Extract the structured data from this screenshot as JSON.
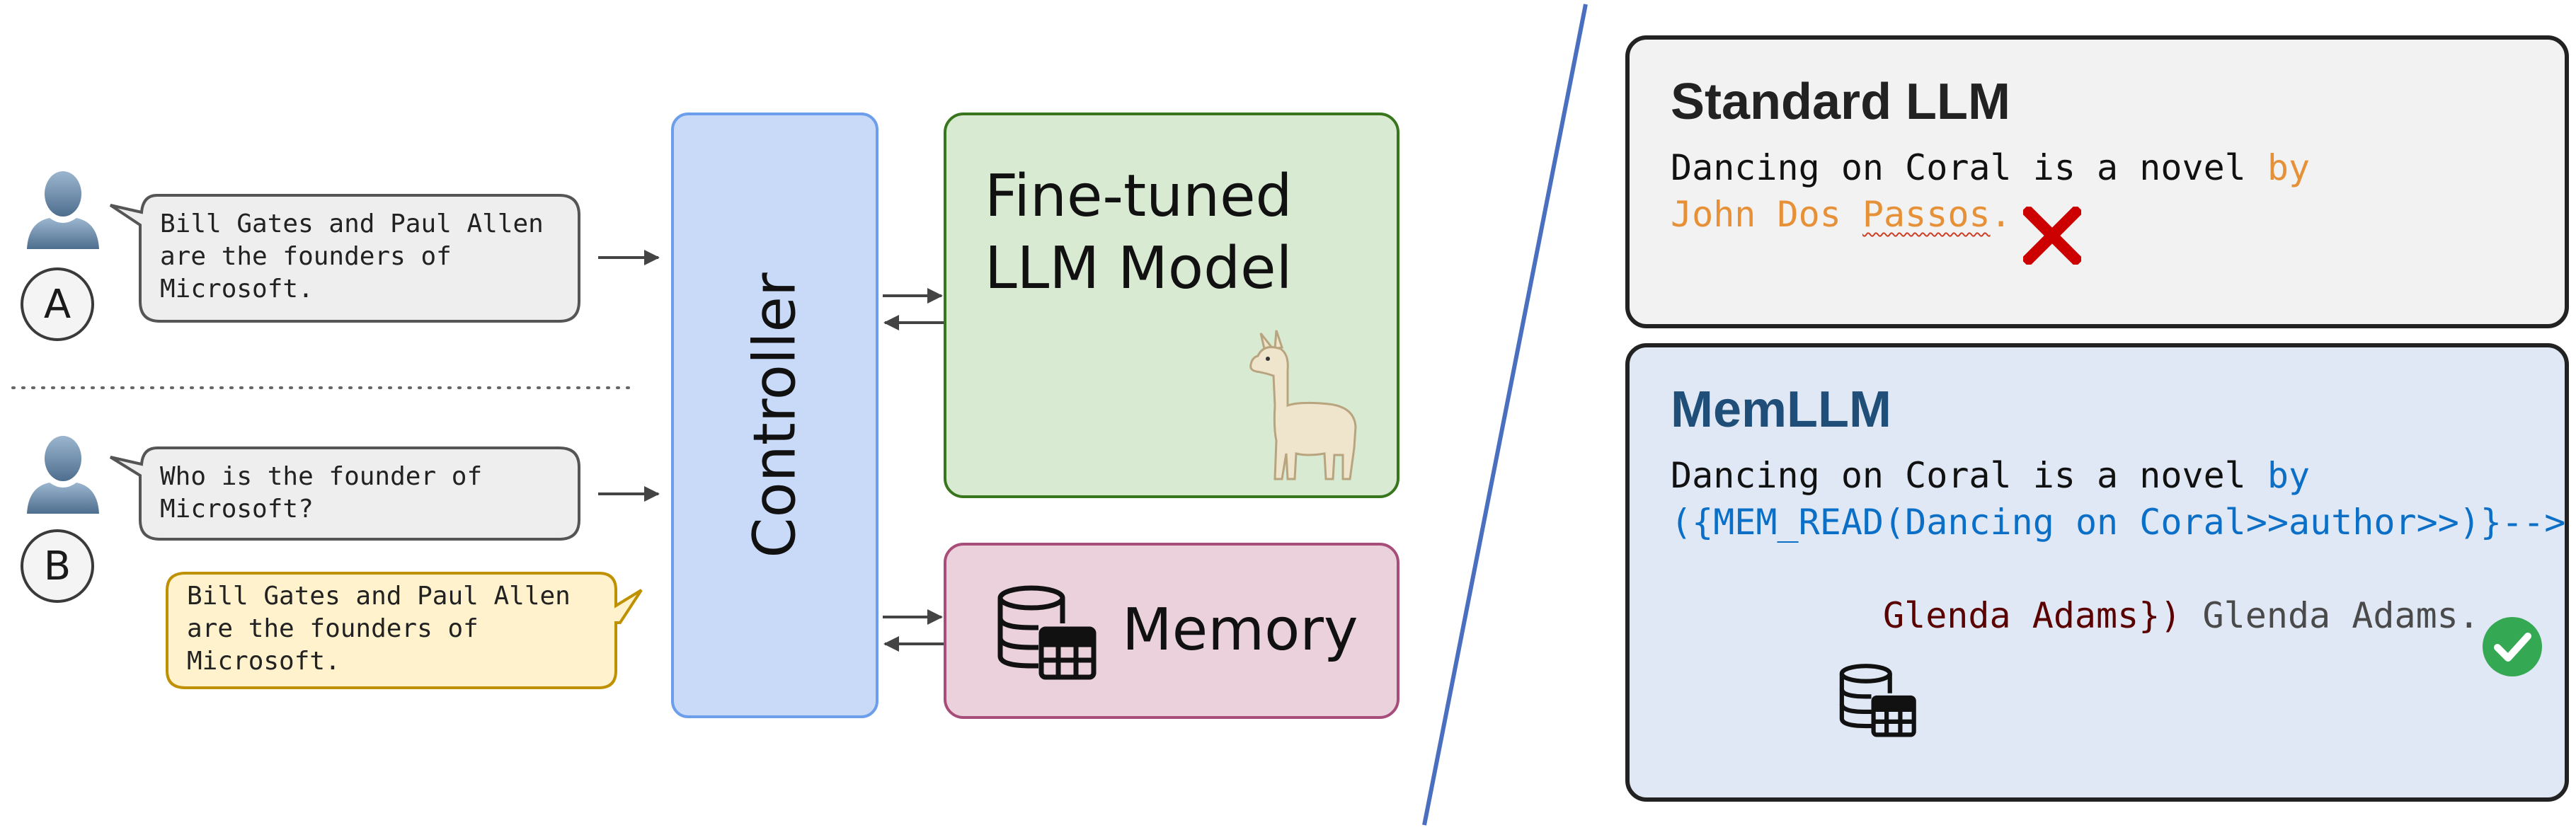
{
  "users": [
    {
      "badge": "A",
      "message": "Bill Gates and Paul Allen\nare the founders of\nMicrosoft."
    },
    {
      "badge": "B",
      "message": "Who is the founder of\nMicrosoft?"
    }
  ],
  "reply": "Bill Gates and Paul Allen\nare the founders of\nMicrosoft.",
  "controller_label": "Controller",
  "model_label": "Fine-tuned\nLLM Model",
  "memory_label": "Memory",
  "standard": {
    "title": "Standard LLM",
    "line1_plain": "Dancing on Coral is a novel ",
    "line1_colored": "by",
    "line2_colored": "John Dos ",
    "line2_squiggle": "Passos",
    "line2_end": ".",
    "result": "incorrect"
  },
  "memllm": {
    "title": "MemLLM",
    "line1_plain": "Dancing on Coral is a novel ",
    "line1_colored": "by",
    "line2_call": "({MEM_READ(Dancing on Coral>>author>>)}-->",
    "result_value": "Glenda Adams})",
    "continuation": " Glenda Adams.",
    "result": "correct"
  },
  "colors": {
    "controller_fill": "#c9daf8",
    "model_fill": "#d9ead3",
    "memory_fill": "#ead1dc",
    "reply_fill": "#fff2cc",
    "standard_accent": "#e69138",
    "memllm_accent": "#0b6fc7",
    "memllm_title": "#1f4e79",
    "wrong_mark": "#cc0000",
    "correct_mark": "#34a853"
  },
  "icons": [
    "user-icon",
    "user-icon",
    "llama-icon",
    "database-icon",
    "cross-icon",
    "check-icon"
  ]
}
